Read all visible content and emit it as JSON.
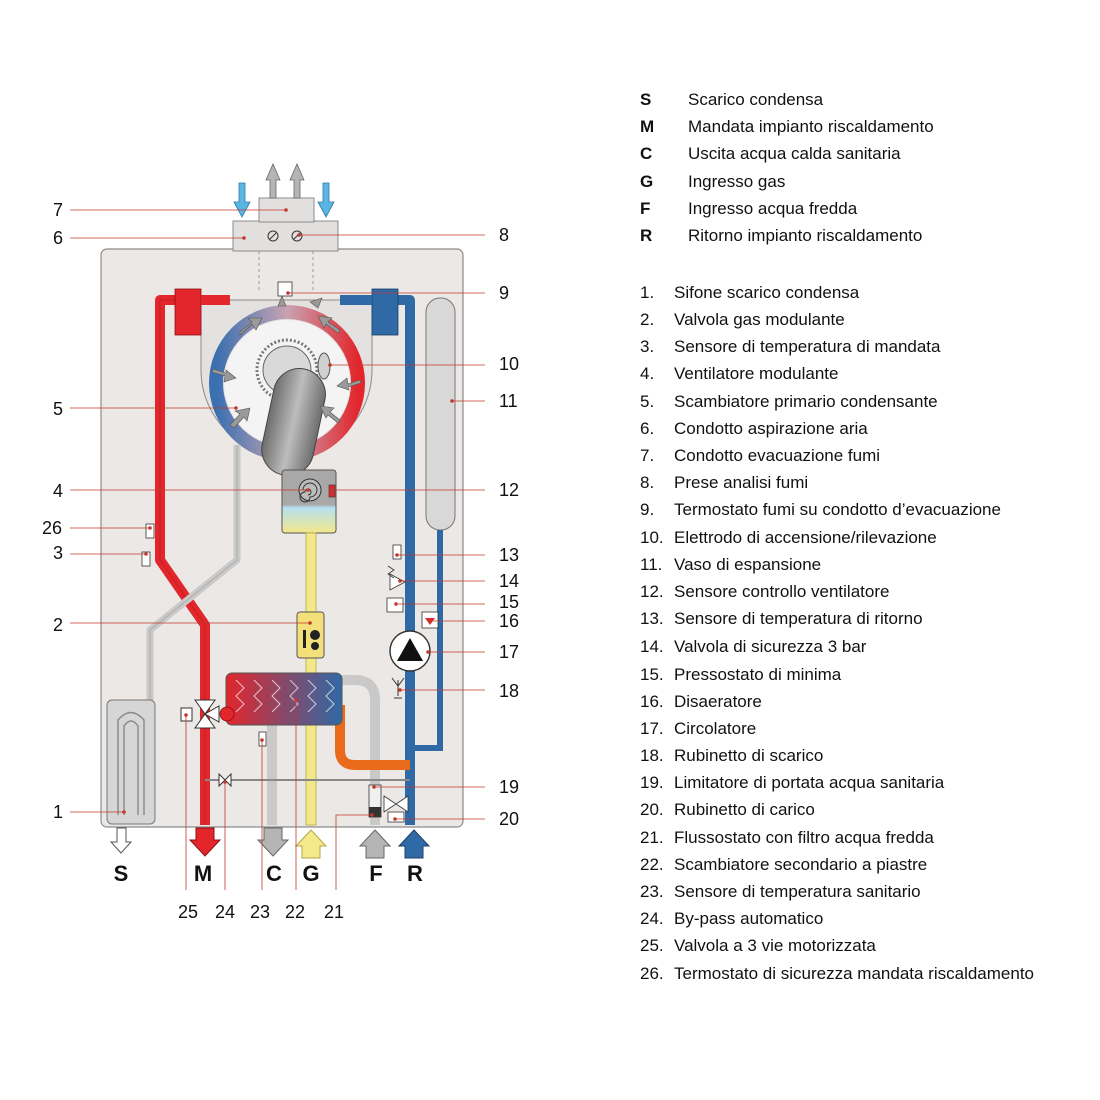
{
  "connections": [
    {
      "code": "S",
      "desc": "Scarico condensa"
    },
    {
      "code": "M",
      "desc": "Mandata impianto riscaldamento"
    },
    {
      "code": "C",
      "desc": "Uscita acqua calda sanitaria"
    },
    {
      "code": "G",
      "desc": "Ingresso gas"
    },
    {
      "code": "F",
      "desc": "Ingresso acqua fredda"
    },
    {
      "code": "R",
      "desc": "Ritorno impianto riscaldamento"
    }
  ],
  "components": [
    {
      "num": "1.",
      "label": "Sifone scarico condensa"
    },
    {
      "num": "2.",
      "label": "Valvola gas modulante"
    },
    {
      "num": "3.",
      "label": "Sensore di temperatura di mandata"
    },
    {
      "num": "4.",
      "label": "Ventilatore modulante"
    },
    {
      "num": "5.",
      "label": "Scambiatore primario condensante"
    },
    {
      "num": "6.",
      "label": "Condotto aspirazione aria"
    },
    {
      "num": "7.",
      "label": "Condotto evacuazione fumi"
    },
    {
      "num": "8.",
      "label": "Prese analisi fumi"
    },
    {
      "num": "9.",
      "label": "Termostato fumi su condotto d’evacuazione"
    },
    {
      "num": "10.",
      "label": "Elettrodo di accensione/rilevazione"
    },
    {
      "num": "11.",
      "label": "Vaso di espansione"
    },
    {
      "num": "12.",
      "label": "Sensore controllo ventilatore"
    },
    {
      "num": "13.",
      "label": "Sensore di temperatura di ritorno"
    },
    {
      "num": "14.",
      "label": "Valvola di sicurezza 3 bar"
    },
    {
      "num": "15.",
      "label": "Pressostato di minima"
    },
    {
      "num": "16.",
      "label": "Disaeratore"
    },
    {
      "num": "17.",
      "label": "Circolatore"
    },
    {
      "num": "18.",
      "label": "Rubinetto di scarico"
    },
    {
      "num": "19.",
      "label": "Limitatore di portata acqua sanitaria"
    },
    {
      "num": "20.",
      "label": "Rubinetto di carico"
    },
    {
      "num": "21.",
      "label": "Flussostato con filtro acqua fredda"
    },
    {
      "num": "22.",
      "label": "Scambiatore secondario a piastre"
    },
    {
      "num": "23.",
      "label": "Sensore di temperatura sanitario"
    },
    {
      "num": "24.",
      "label": "By-pass automatico"
    },
    {
      "num": "25.",
      "label": "Valvola a 3 vie motorizzata"
    },
    {
      "num": "26.",
      "label": "Termostato di sicurezza mandata riscaldamento"
    }
  ],
  "callouts": {
    "n1": "1",
    "n2": "2",
    "n3": "3",
    "n4": "4",
    "n5": "5",
    "n6": "6",
    "n7": "7",
    "n8": "8",
    "n9": "9",
    "n10": "10",
    "n11": "11",
    "n12": "12",
    "n13": "13",
    "n14": "14",
    "n15": "15",
    "n16": "16",
    "n17": "17",
    "n18": "18",
    "n19": "19",
    "n20": "20",
    "n21": "21",
    "n22": "22",
    "n23": "23",
    "n24": "24",
    "n25": "25",
    "n26": "26"
  },
  "colors": {
    "casing": "#ebe8e5",
    "hot_pipe": "#e2262b",
    "cold_pipe": "#2f6aa6",
    "gas_pipe": "#f3e88a",
    "dhw_pipe": "#c9c9c9",
    "air_arrow": "#5bb5e3"
  }
}
